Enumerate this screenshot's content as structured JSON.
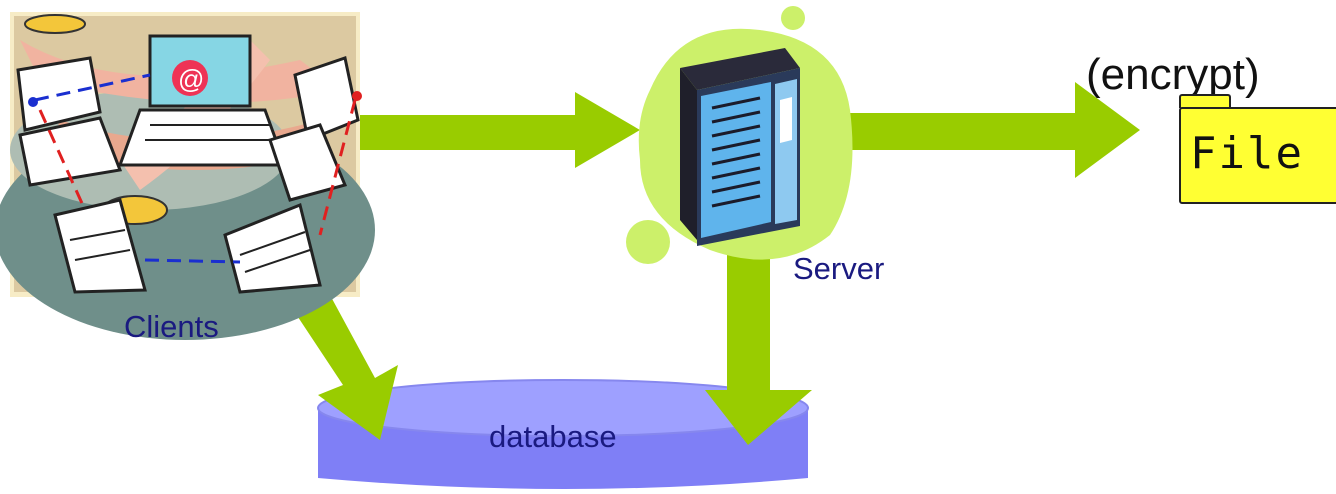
{
  "labels": {
    "clients": "Clients",
    "server": "Server",
    "database": "database",
    "encrypt": "(encrypt)",
    "file": "File"
  },
  "colors": {
    "arrow": "#99cc00",
    "server_blob": "#ccf06a",
    "database_fill": "#8a8aff",
    "database_top": "#9ea0ff",
    "label_text": "#1a1a80",
    "file_fill": "#ffff33"
  },
  "icons": [
    "clients-network-clipart",
    "server-rack-icon",
    "database-cylinder-icon",
    "file-folder-icon"
  ]
}
